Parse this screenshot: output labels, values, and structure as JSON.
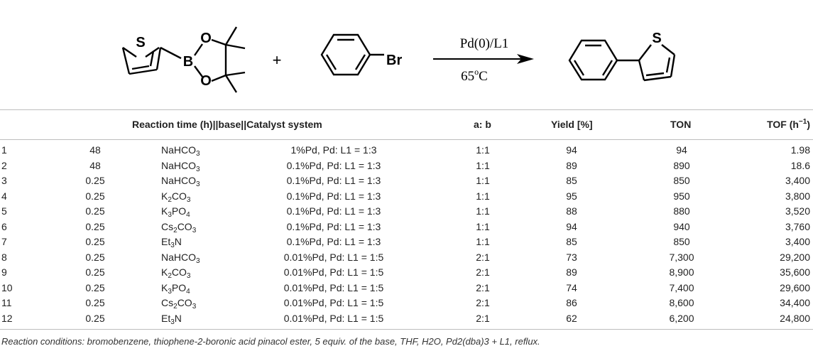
{
  "scheme": {
    "atom_S": "S",
    "atom_O": "O",
    "atom_B": "B",
    "atom_Br": "Br",
    "plus": "+",
    "above_arrow": "Pd(0)/L1",
    "below_arrow_prefix": "65",
    "below_arrow_sup": "o",
    "below_arrow_suffix": "C"
  },
  "table": {
    "headers": {
      "combined": "Reaction time (h)||base||Catalyst system",
      "ab": "a: b",
      "yield": "Yield [%]",
      "ton": "TON",
      "tof_prefix": "TOF (h",
      "tof_sup": "−1",
      "tof_suffix": ")"
    },
    "rows": [
      {
        "idx": "1",
        "time": "48",
        "base_a": "NaHCO",
        "base_sub": "3",
        "base_b": "",
        "cat": "1%Pd, Pd: L1 = 1:3",
        "ab": "1:1",
        "yield": "94",
        "ton": "94",
        "tof": "1.98"
      },
      {
        "idx": "2",
        "time": "48",
        "base_a": "NaHCO",
        "base_sub": "3",
        "base_b": "",
        "cat": "0.1%Pd, Pd: L1 = 1:3",
        "ab": "1:1",
        "yield": "89",
        "ton": "890",
        "tof": "18.6"
      },
      {
        "idx": "3",
        "time": "0.25",
        "base_a": "NaHCO",
        "base_sub": "3",
        "base_b": "",
        "cat": "0.1%Pd, Pd: L1 = 1:3",
        "ab": "1:1",
        "yield": "85",
        "ton": "850",
        "tof": "3,400"
      },
      {
        "idx": "4",
        "time": "0.25",
        "base_a": "K",
        "base_sub": "2",
        "base_b": "CO3",
        "cat": "0.1%Pd, Pd: L1 = 1:3",
        "ab": "1:1",
        "yield": "95",
        "ton": "950",
        "tof": "3,800"
      },
      {
        "idx": "5",
        "time": "0.25",
        "base_a": "K",
        "base_sub": "3",
        "base_b": "PO4",
        "cat": "0.1%Pd, Pd: L1 = 1:3",
        "ab": "1:1",
        "yield": "88",
        "ton": "880",
        "tof": "3,520"
      },
      {
        "idx": "6",
        "time": "0.25",
        "base_a": "Cs",
        "base_sub": "2",
        "base_b": "CO3",
        "cat": "0.1%Pd, Pd: L1 = 1:3",
        "ab": "1:1",
        "yield": "94",
        "ton": "940",
        "tof": "3,760"
      },
      {
        "idx": "7",
        "time": "0.25",
        "base_a": "Et",
        "base_sub": "3",
        "base_b": "N",
        "cat": "0.1%Pd, Pd: L1 = 1:3",
        "ab": "1:1",
        "yield": "85",
        "ton": "850",
        "tof": "3,400"
      },
      {
        "idx": "8",
        "time": "0.25",
        "base_a": "NaHCO",
        "base_sub": "3",
        "base_b": "",
        "cat": "0.01%Pd, Pd: L1 = 1:5",
        "ab": "2:1",
        "yield": "73",
        "ton": "7,300",
        "tof": "29,200"
      },
      {
        "idx": "9",
        "time": "0.25",
        "base_a": "K",
        "base_sub": "2",
        "base_b": "CO3",
        "cat": "0.01%Pd, Pd: L1 = 1:5",
        "ab": "2:1",
        "yield": "89",
        "ton": "8,900",
        "tof": "35,600"
      },
      {
        "idx": "10",
        "time": "0.25",
        "base_a": "K",
        "base_sub": "3",
        "base_b": "PO4",
        "cat": "0.01%Pd, Pd: L1 = 1:5",
        "ab": "2:1",
        "yield": "74",
        "ton": "7,400",
        "tof": "29,600"
      },
      {
        "idx": "11",
        "time": "0.25",
        "base_a": "Cs",
        "base_sub": "2",
        "base_b": "CO3",
        "cat": "0.01%Pd, Pd: L1 = 1:5",
        "ab": "2:1",
        "yield": "86",
        "ton": "8,600",
        "tof": "34,400"
      },
      {
        "idx": "12",
        "time": "0.25",
        "base_a": "Et",
        "base_sub": "3",
        "base_b": "N",
        "cat": "0.01%Pd, Pd: L1 = 1:5",
        "ab": "2:1",
        "yield": "62",
        "ton": "6,200",
        "tof": "24,800"
      }
    ]
  },
  "footnote": "Reaction conditions: bromobenzene, thiophene-2-boronic acid pinacol ester, 5 equiv. of the base, THF, H2O, Pd2(dba)3 + L1, reflux.",
  "colors": {
    "rule": "#bdbdbd",
    "text": "#222222",
    "bond": "#000000"
  }
}
